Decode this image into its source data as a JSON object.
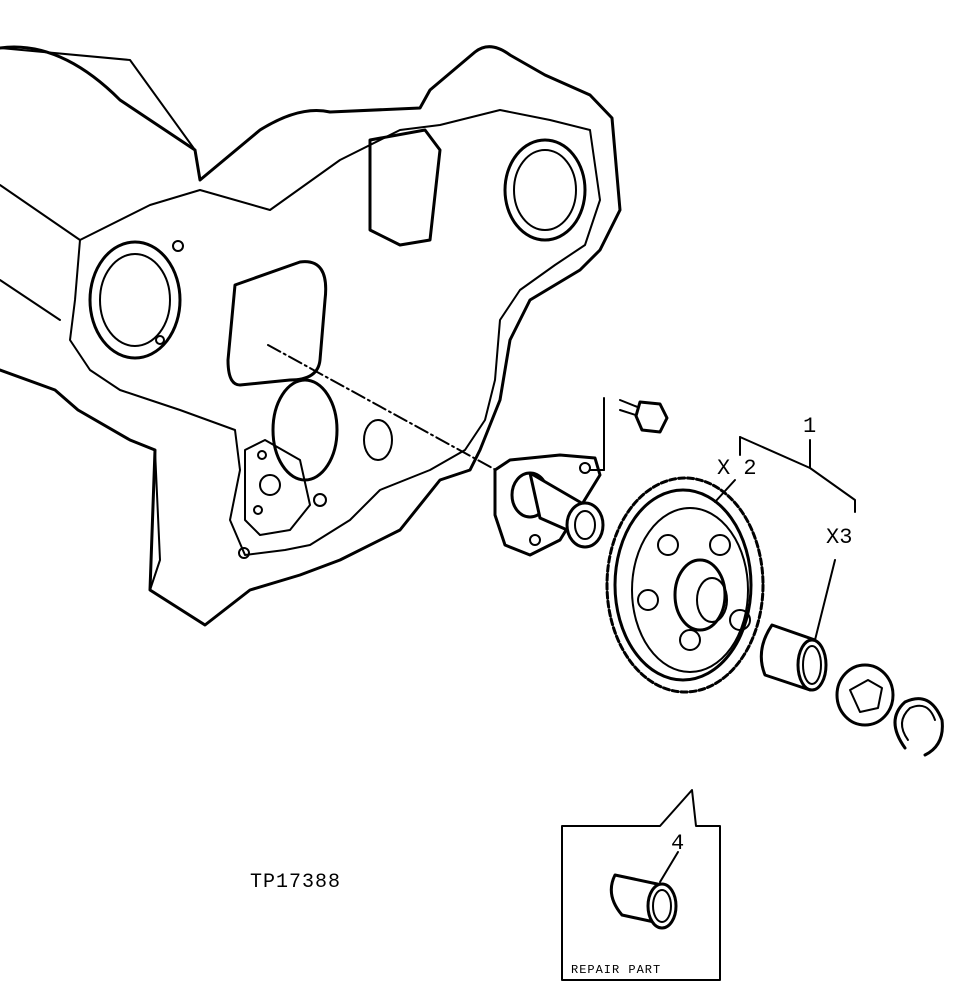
{
  "callouts": {
    "assembly_number": "1",
    "gear_qty": "X 2",
    "bushing_qty": "X3",
    "repair_part_number": "4"
  },
  "figure_id": "TP17388",
  "repair_box": {
    "label": "REPAIR PART"
  }
}
